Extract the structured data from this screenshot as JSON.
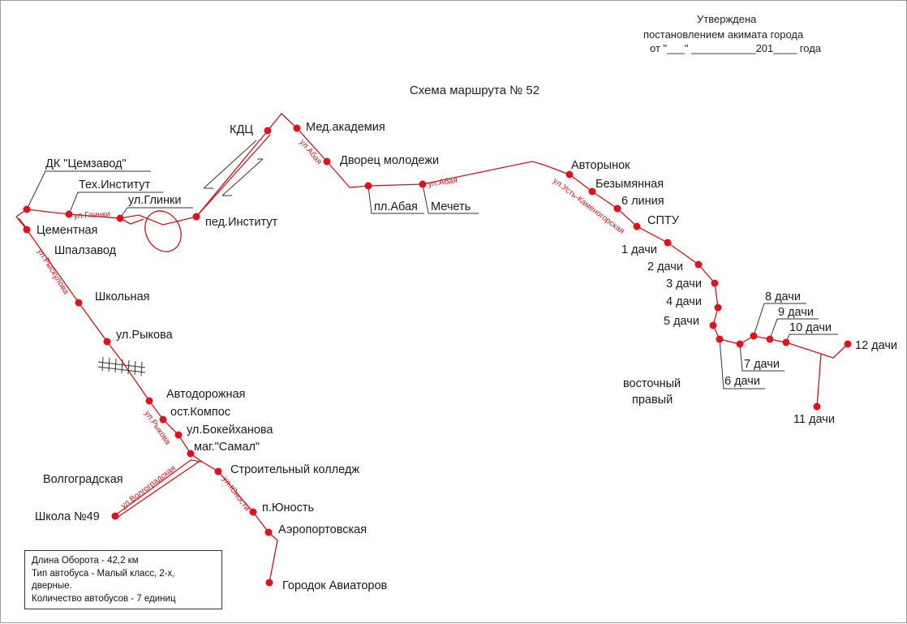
{
  "header": {
    "line1": "Утверждена",
    "line2": "постановлением акимата города",
    "line3": "от  \"___\"  ___________201____  года"
  },
  "title": "Схема маршрута № 52",
  "info": {
    "line1": "Длина Оборота - 42,2 км",
    "line2": "Тип автобуса - Малый класс, 2-х,",
    "line3": "дверные.",
    "line4": "Количество автобусов - 7 единиц"
  },
  "stops": [
    {
      "id": "dk_cemzavod",
      "label": "ДК \"Цемзавод\""
    },
    {
      "id": "tech_institut",
      "label": "Тех.Институт"
    },
    {
      "id": "ul_glinki",
      "label": "ул.Глинки"
    },
    {
      "id": "kdc",
      "label": "КДЦ"
    },
    {
      "id": "med_akademiya",
      "label": "Мед.академия"
    },
    {
      "id": "dvorec",
      "label": "Дворец молодежи"
    },
    {
      "id": "pl_abaya",
      "label": "пл.Абая"
    },
    {
      "id": "mechet",
      "label": "Мечеть"
    },
    {
      "id": "ped_institut",
      "label": "пед.Институт"
    },
    {
      "id": "cementnaya",
      "label": "Цементная"
    },
    {
      "id": "shpalzavod",
      "label": "Шпалзавод"
    },
    {
      "id": "shkolnaya",
      "label": "Школьная"
    },
    {
      "id": "ul_rykova",
      "label": "ул.Рыкова"
    },
    {
      "id": "avtodorozhnaya",
      "label": "Автодорожная"
    },
    {
      "id": "ost_kompos",
      "label": "ост.Компос"
    },
    {
      "id": "ul_bokeyhanova",
      "label": "ул.Бокейханова"
    },
    {
      "id": "mag_samal",
      "label": "маг.\"Самал\""
    },
    {
      "id": "volgogradskaya",
      "label": "Волгоградская"
    },
    {
      "id": "shkola49",
      "label": "Школа №49"
    },
    {
      "id": "stroit_kolledzh",
      "label": "Строительный колледж"
    },
    {
      "id": "p_yunost",
      "label": "п.Юность"
    },
    {
      "id": "aeroportovskaya",
      "label": "Аэропортовская"
    },
    {
      "id": "gorodok",
      "label": "Городок Авиаторов"
    },
    {
      "id": "avtorynok",
      "label": "Авторынок"
    },
    {
      "id": "bezymyannaya",
      "label": "Безымянная"
    },
    {
      "id": "liniya6",
      "label": "6 линия"
    },
    {
      "id": "sptu",
      "label": "СПТУ"
    },
    {
      "id": "dachi1",
      "label": "1 дачи"
    },
    {
      "id": "dachi2",
      "label": "2 дачи"
    },
    {
      "id": "dachi3",
      "label": "3 дачи"
    },
    {
      "id": "dachi4",
      "label": "4 дачи"
    },
    {
      "id": "dachi5",
      "label": "5 дачи"
    },
    {
      "id": "dachi6",
      "label": "6 дачи"
    },
    {
      "id": "dachi7",
      "label": "7 дачи"
    },
    {
      "id": "dachi8",
      "label": "8 дачи"
    },
    {
      "id": "dachi9",
      "label": "9 дачи"
    },
    {
      "id": "dachi10",
      "label": "10 дачи"
    },
    {
      "id": "dachi11",
      "label": "11 дачи"
    },
    {
      "id": "dachi12",
      "label": "12 дачи"
    },
    {
      "id": "vostochny1",
      "label": "восточный"
    },
    {
      "id": "vostochny2",
      "label": "правый"
    }
  ],
  "streets": [
    {
      "id": "st_glinki",
      "label": "ул.Глинки"
    },
    {
      "id": "st_abaya1",
      "label": "ул.Абая"
    },
    {
      "id": "st_abaya2",
      "label": "ул.Абая"
    },
    {
      "id": "st_ust",
      "label": "ул.Усть-Каменогорская"
    },
    {
      "id": "st_rysk",
      "label": "ул.Рыскулова"
    },
    {
      "id": "st_rykova",
      "label": "ул.Рыкова"
    },
    {
      "id": "st_volg",
      "label": "ул.Волгоградская"
    },
    {
      "id": "st_yunosti",
      "label": "ул.Юности"
    }
  ],
  "colors": {
    "route": "#c8141b",
    "stop": "#e0111b",
    "text": "#1a1a1a"
  }
}
